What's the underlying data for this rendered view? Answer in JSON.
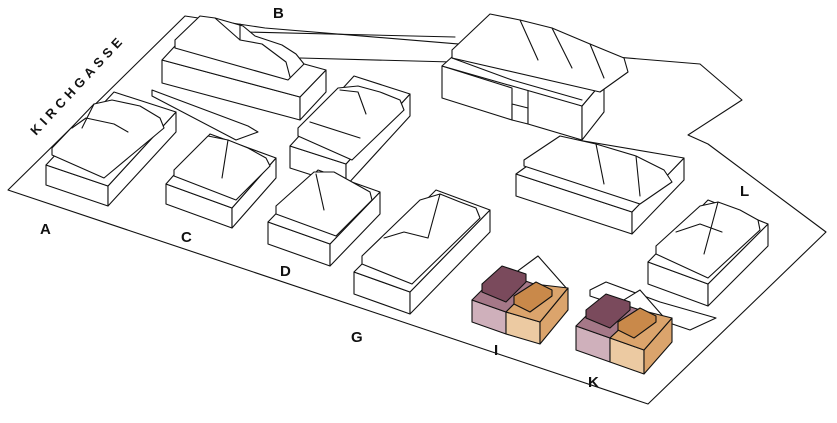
{
  "street": {
    "name": "KIRCHGASSE"
  },
  "labels": [
    {
      "id": "A",
      "text": "A"
    },
    {
      "id": "B",
      "text": "B"
    },
    {
      "id": "C",
      "text": "C"
    },
    {
      "id": "D",
      "text": "D"
    },
    {
      "id": "G",
      "text": "G"
    },
    {
      "id": "I",
      "text": "I"
    },
    {
      "id": "K",
      "text": "K"
    },
    {
      "id": "L",
      "text": "L"
    }
  ],
  "colors": {
    "line": "#111111",
    "face": "#ffffff",
    "highlight_mauve_dark": "#7a4a5c",
    "highlight_mauve_mid": "#a57888",
    "highlight_mauve_light": "#cfb0bb",
    "highlight_orange_dark": "#c9894a",
    "highlight_orange_mid": "#dba46c",
    "highlight_orange_light": "#eccaa2"
  }
}
